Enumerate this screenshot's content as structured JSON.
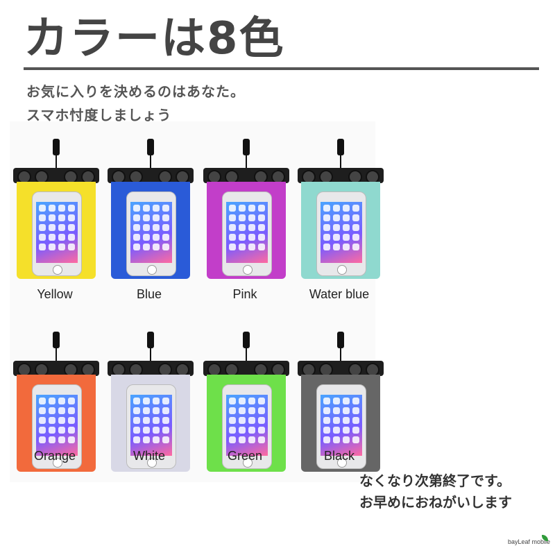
{
  "title": "カラーは8色",
  "subtitle_lines": [
    "お気に入りを決めるのはあなた。",
    "スマホ忖度しましょう"
  ],
  "colors": [
    {
      "name": "Yellow",
      "hex": "#f5e02a"
    },
    {
      "name": "Blue",
      "hex": "#2a5bd8"
    },
    {
      "name": "Pink",
      "hex": "#c23ec9"
    },
    {
      "name": "Water blue",
      "hex": "#8fd9cf"
    },
    {
      "name": "Orange",
      "hex": "#f26a3c"
    },
    {
      "name": "White",
      "hex": "#d8d8e6"
    },
    {
      "name": "Green",
      "hex": "#6ee04a"
    },
    {
      "name": "Black",
      "hex": "#666666"
    }
  ],
  "notes": [
    "なくなり次第終了です。",
    "お早めにおねがいします"
  ],
  "brand": "bayLeaf mobile"
}
